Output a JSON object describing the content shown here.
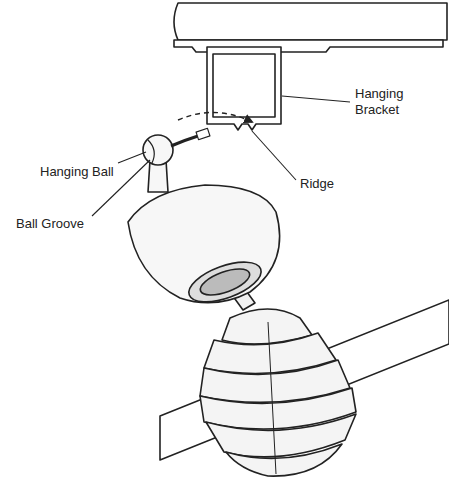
{
  "diagram": {
    "labels": [
      "Hanging Bracket",
      "Ridge",
      "Hanging Ball",
      "Ball Groove"
    ]
  }
}
